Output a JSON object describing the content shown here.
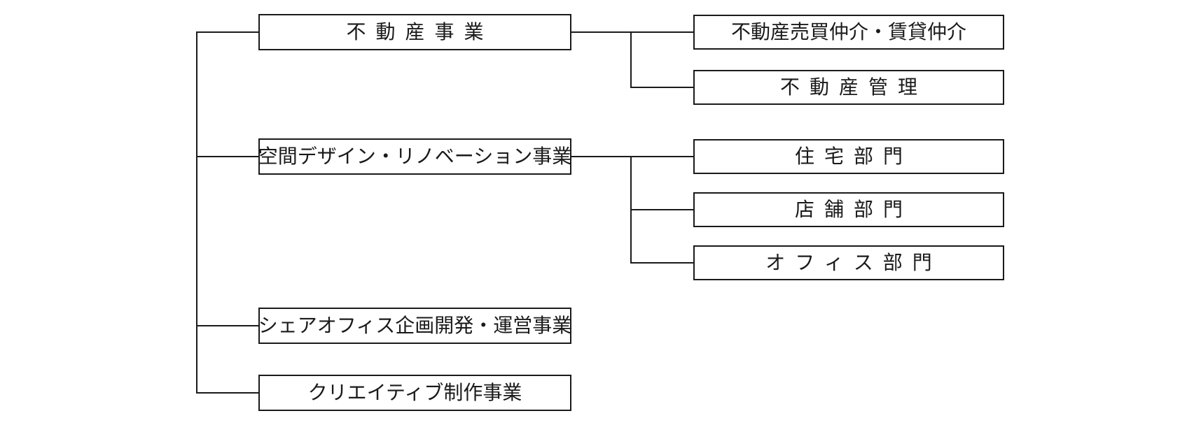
{
  "colors": {
    "line": "#1a1a1a",
    "background": "#ffffff",
    "box_fill": "#ffffff",
    "text": "#1a1a1a"
  },
  "org_chart": {
    "businesses": [
      {
        "label": "不動産事業",
        "children": [
          "不動産売買仲介・賃貸仲介",
          "不動産管理"
        ]
      },
      {
        "label": "空間デザイン・リノベーション事業",
        "children": [
          "住宅部門",
          "店舗部門",
          "オフィス部門"
        ]
      },
      {
        "label": "シェアオフィス企画開発・運営事業",
        "children": []
      },
      {
        "label": "クリエイティブ制作事業",
        "children": []
      }
    ]
  }
}
